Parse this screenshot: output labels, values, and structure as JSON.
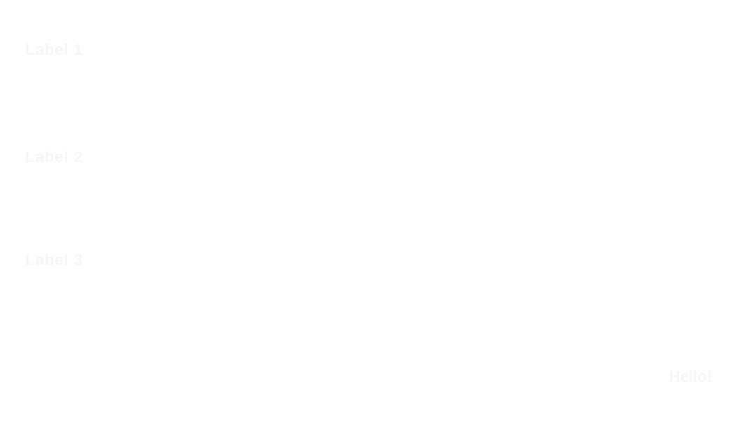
{
  "labels": {
    "line1": "Label 1",
    "line2": "Label 2",
    "line3": "Label 3"
  },
  "actions": {
    "hello_button": "Hello!"
  },
  "colors": {
    "background": "#ffffff",
    "text": "#f6f6f6"
  }
}
